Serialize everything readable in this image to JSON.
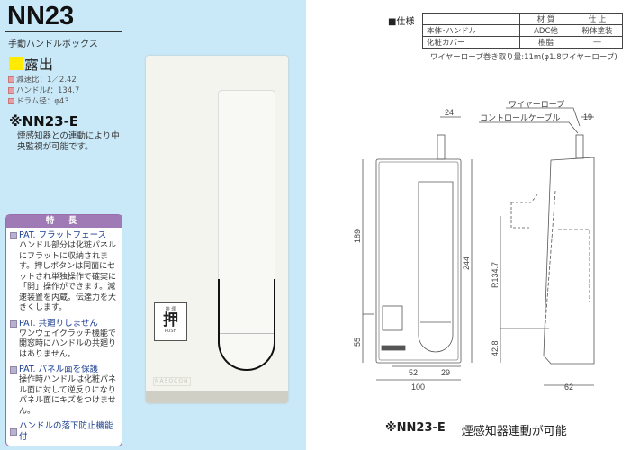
{
  "header": {
    "title": "NN23",
    "subtitle": "手動ハンドルボックス",
    "mount": "露出"
  },
  "specs": [
    "減速比：1／2.42",
    "ハンドルℓ：134.7",
    "ドラム径：φ43"
  ],
  "variant": {
    "title": "※NN23-E",
    "description": "煙感知器との連動により中央監視が可能です。"
  },
  "features": {
    "heading": "特 長",
    "items": [
      {
        "title": "PAT. フラットフェース",
        "text": "ハンドル部分は化粧パネルにフラットに収納されます。押しボタンは同面にセットされ単独操作で確実に「開」操作ができます。減速装置を内蔵。伝達力を大きくします。"
      },
      {
        "title": "PAT. 共廻りしません",
        "text": "ワンウェイクラッチ機能で開窓時にハンドルの共廻りはありません。"
      },
      {
        "title": "PAT. パネル面を保護",
        "text": "操作時ハンドルは化粧パネル面に対して逆反りになりパネル面にキズをつけません。"
      },
      {
        "title": "ハンドルの落下防止機能付",
        "text": ""
      }
    ]
  },
  "photo": {
    "push_small": "排 煙",
    "push_kanji": "押",
    "push_en": "PUSH",
    "maker": "NASOCON"
  },
  "spec_table": {
    "label": "■仕様",
    "headers": [
      "",
      "材 質",
      "仕 上"
    ],
    "rows": [
      [
        "本体･ハンドル",
        "ADC他",
        "粉体塗装"
      ],
      [
        "化粧カバー",
        "樹脂",
        "―"
      ]
    ],
    "wire_note": "ワイヤーロープ巻き取り量:11m(φ1.8ワイヤーロープ)"
  },
  "drawing": {
    "wire_rope": "ワイヤーロープ",
    "control_cable": "コントロールケーブル",
    "dims": {
      "top_pipe": "24",
      "side_pipe": "19",
      "h189": "189",
      "h244": "244",
      "h55": "55",
      "w52": "52",
      "w29": "29",
      "w100": "100",
      "radius": "R134.7",
      "h42": "42.8",
      "depth": "62"
    }
  },
  "caption": {
    "model": "※NN23-E",
    "text": "煙感知器連動が可能"
  },
  "colors": {
    "left_bg": "#c9e9f9",
    "feature_border": "#9b6fae",
    "mount_marker": "#ffea00",
    "feature_title": "#1d3f92"
  }
}
